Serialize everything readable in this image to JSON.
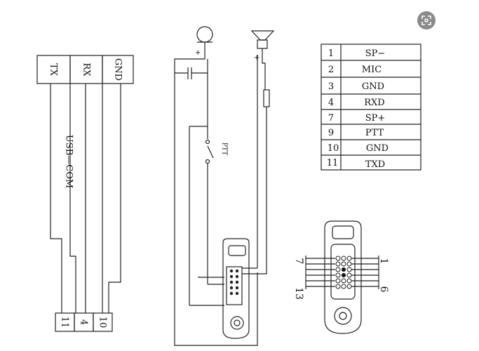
{
  "usb": {
    "labels": [
      "TX",
      "RX",
      "GND"
    ],
    "cable_label": "USB—COM",
    "pins": [
      "11",
      "4",
      "10"
    ]
  },
  "ptt_label": "PTT",
  "mic_plus": "+",
  "speaker_plus": "+",
  "pin_table": [
    {
      "pin": "1",
      "signal": "SP−"
    },
    {
      "pin": "2",
      "signal": "MIC"
    },
    {
      "pin": "3",
      "signal": "GND"
    },
    {
      "pin": "4",
      "signal": "RXD"
    },
    {
      "pin": "7",
      "signal": "SP+"
    },
    {
      "pin": "9",
      "signal": "PTT"
    },
    {
      "pin": "10",
      "signal": "GND"
    },
    {
      "pin": "11",
      "signal": "TXD"
    }
  ],
  "connector_callouts": {
    "top_left": "7",
    "top_right": "1",
    "bottom_left": "13",
    "bottom_right": "6"
  },
  "zoom_icon": "expand-icon"
}
